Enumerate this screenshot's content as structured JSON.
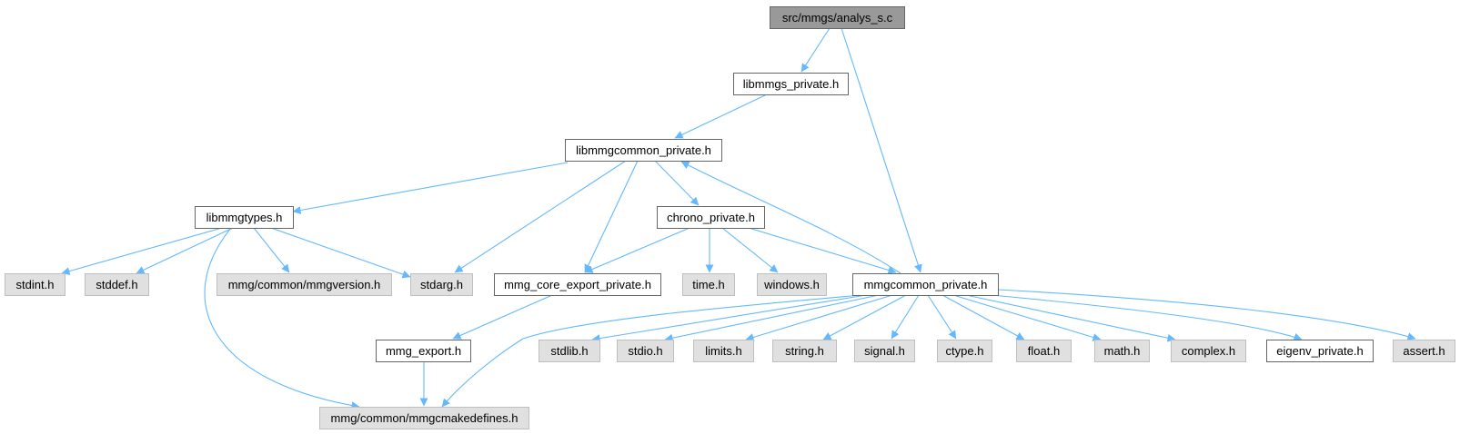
{
  "diagram": {
    "colors": {
      "edge": "#63b8ff",
      "root_fill": "#999999",
      "root_border": "#666666",
      "internal_fill": "#ffffff",
      "internal_border": "#666666",
      "system_fill": "#e0e0e0",
      "system_border": "#bfbfbf"
    },
    "nodes": [
      {
        "id": "analys_s",
        "label": "src/mmgs/analys_s.c",
        "kind": "root"
      },
      {
        "id": "libmmgs_private",
        "label": "libmmgs_private.h",
        "kind": "internal"
      },
      {
        "id": "libmmgcommon_private",
        "label": "libmmgcommon_private.h",
        "kind": "internal"
      },
      {
        "id": "libmmgtypes",
        "label": "libmmgtypes.h",
        "kind": "internal"
      },
      {
        "id": "chrono_private",
        "label": "chrono_private.h",
        "kind": "internal"
      },
      {
        "id": "stdint",
        "label": "stdint.h",
        "kind": "system"
      },
      {
        "id": "stddef",
        "label": "stddef.h",
        "kind": "system"
      },
      {
        "id": "mmgversion",
        "label": "mmg/common/mmgversion.h",
        "kind": "system"
      },
      {
        "id": "stdarg",
        "label": "stdarg.h",
        "kind": "system"
      },
      {
        "id": "mmg_core_export_private",
        "label": "mmg_core_export_private.h",
        "kind": "internal"
      },
      {
        "id": "time",
        "label": "time.h",
        "kind": "system"
      },
      {
        "id": "windows",
        "label": "windows.h",
        "kind": "system"
      },
      {
        "id": "mmgcommon_private",
        "label": "mmgcommon_private.h",
        "kind": "internal"
      },
      {
        "id": "mmg_export",
        "label": "mmg_export.h",
        "kind": "internal"
      },
      {
        "id": "stdlib",
        "label": "stdlib.h",
        "kind": "system"
      },
      {
        "id": "stdio",
        "label": "stdio.h",
        "kind": "system"
      },
      {
        "id": "limits",
        "label": "limits.h",
        "kind": "system"
      },
      {
        "id": "string",
        "label": "string.h",
        "kind": "system"
      },
      {
        "id": "signal",
        "label": "signal.h",
        "kind": "system"
      },
      {
        "id": "ctype",
        "label": "ctype.h",
        "kind": "system"
      },
      {
        "id": "float",
        "label": "float.h",
        "kind": "system"
      },
      {
        "id": "math",
        "label": "math.h",
        "kind": "system"
      },
      {
        "id": "complex",
        "label": "complex.h",
        "kind": "system"
      },
      {
        "id": "eigenv_private",
        "label": "eigenv_private.h",
        "kind": "internal"
      },
      {
        "id": "assert",
        "label": "assert.h",
        "kind": "system"
      },
      {
        "id": "mmgcmakedefines",
        "label": "mmg/common/mmgcmakedefines.h",
        "kind": "system"
      }
    ],
    "edges": [
      {
        "from": "analys_s",
        "to": "libmmgs_private"
      },
      {
        "from": "analys_s",
        "to": "mmgcommon_private"
      },
      {
        "from": "libmmgs_private",
        "to": "libmmgcommon_private"
      },
      {
        "from": "libmmgcommon_private",
        "to": "libmmgtypes"
      },
      {
        "from": "libmmgcommon_private",
        "to": "stdarg"
      },
      {
        "from": "libmmgcommon_private",
        "to": "mmg_core_export_private"
      },
      {
        "from": "libmmgcommon_private",
        "to": "chrono_private"
      },
      {
        "from": "libmmgtypes",
        "to": "stdint"
      },
      {
        "from": "libmmgtypes",
        "to": "stddef"
      },
      {
        "from": "libmmgtypes",
        "to": "mmgversion"
      },
      {
        "from": "libmmgtypes",
        "to": "stdarg"
      },
      {
        "from": "libmmgtypes",
        "to": "mmgcmakedefines"
      },
      {
        "from": "chrono_private",
        "to": "mmg_core_export_private"
      },
      {
        "from": "chrono_private",
        "to": "time"
      },
      {
        "from": "chrono_private",
        "to": "windows"
      },
      {
        "from": "chrono_private",
        "to": "mmgcommon_private"
      },
      {
        "from": "mmgcommon_private",
        "to": "libmmgcommon_private"
      },
      {
        "from": "mmg_core_export_private",
        "to": "mmg_export"
      },
      {
        "from": "mmg_export",
        "to": "mmgcmakedefines"
      },
      {
        "from": "mmgcommon_private",
        "to": "mmgcmakedefines"
      },
      {
        "from": "mmgcommon_private",
        "to": "stdlib"
      },
      {
        "from": "mmgcommon_private",
        "to": "stdio"
      },
      {
        "from": "mmgcommon_private",
        "to": "limits"
      },
      {
        "from": "mmgcommon_private",
        "to": "string"
      },
      {
        "from": "mmgcommon_private",
        "to": "signal"
      },
      {
        "from": "mmgcommon_private",
        "to": "ctype"
      },
      {
        "from": "mmgcommon_private",
        "to": "float"
      },
      {
        "from": "mmgcommon_private",
        "to": "math"
      },
      {
        "from": "mmgcommon_private",
        "to": "complex"
      },
      {
        "from": "mmgcommon_private",
        "to": "eigenv_private"
      },
      {
        "from": "mmgcommon_private",
        "to": "assert"
      }
    ]
  }
}
